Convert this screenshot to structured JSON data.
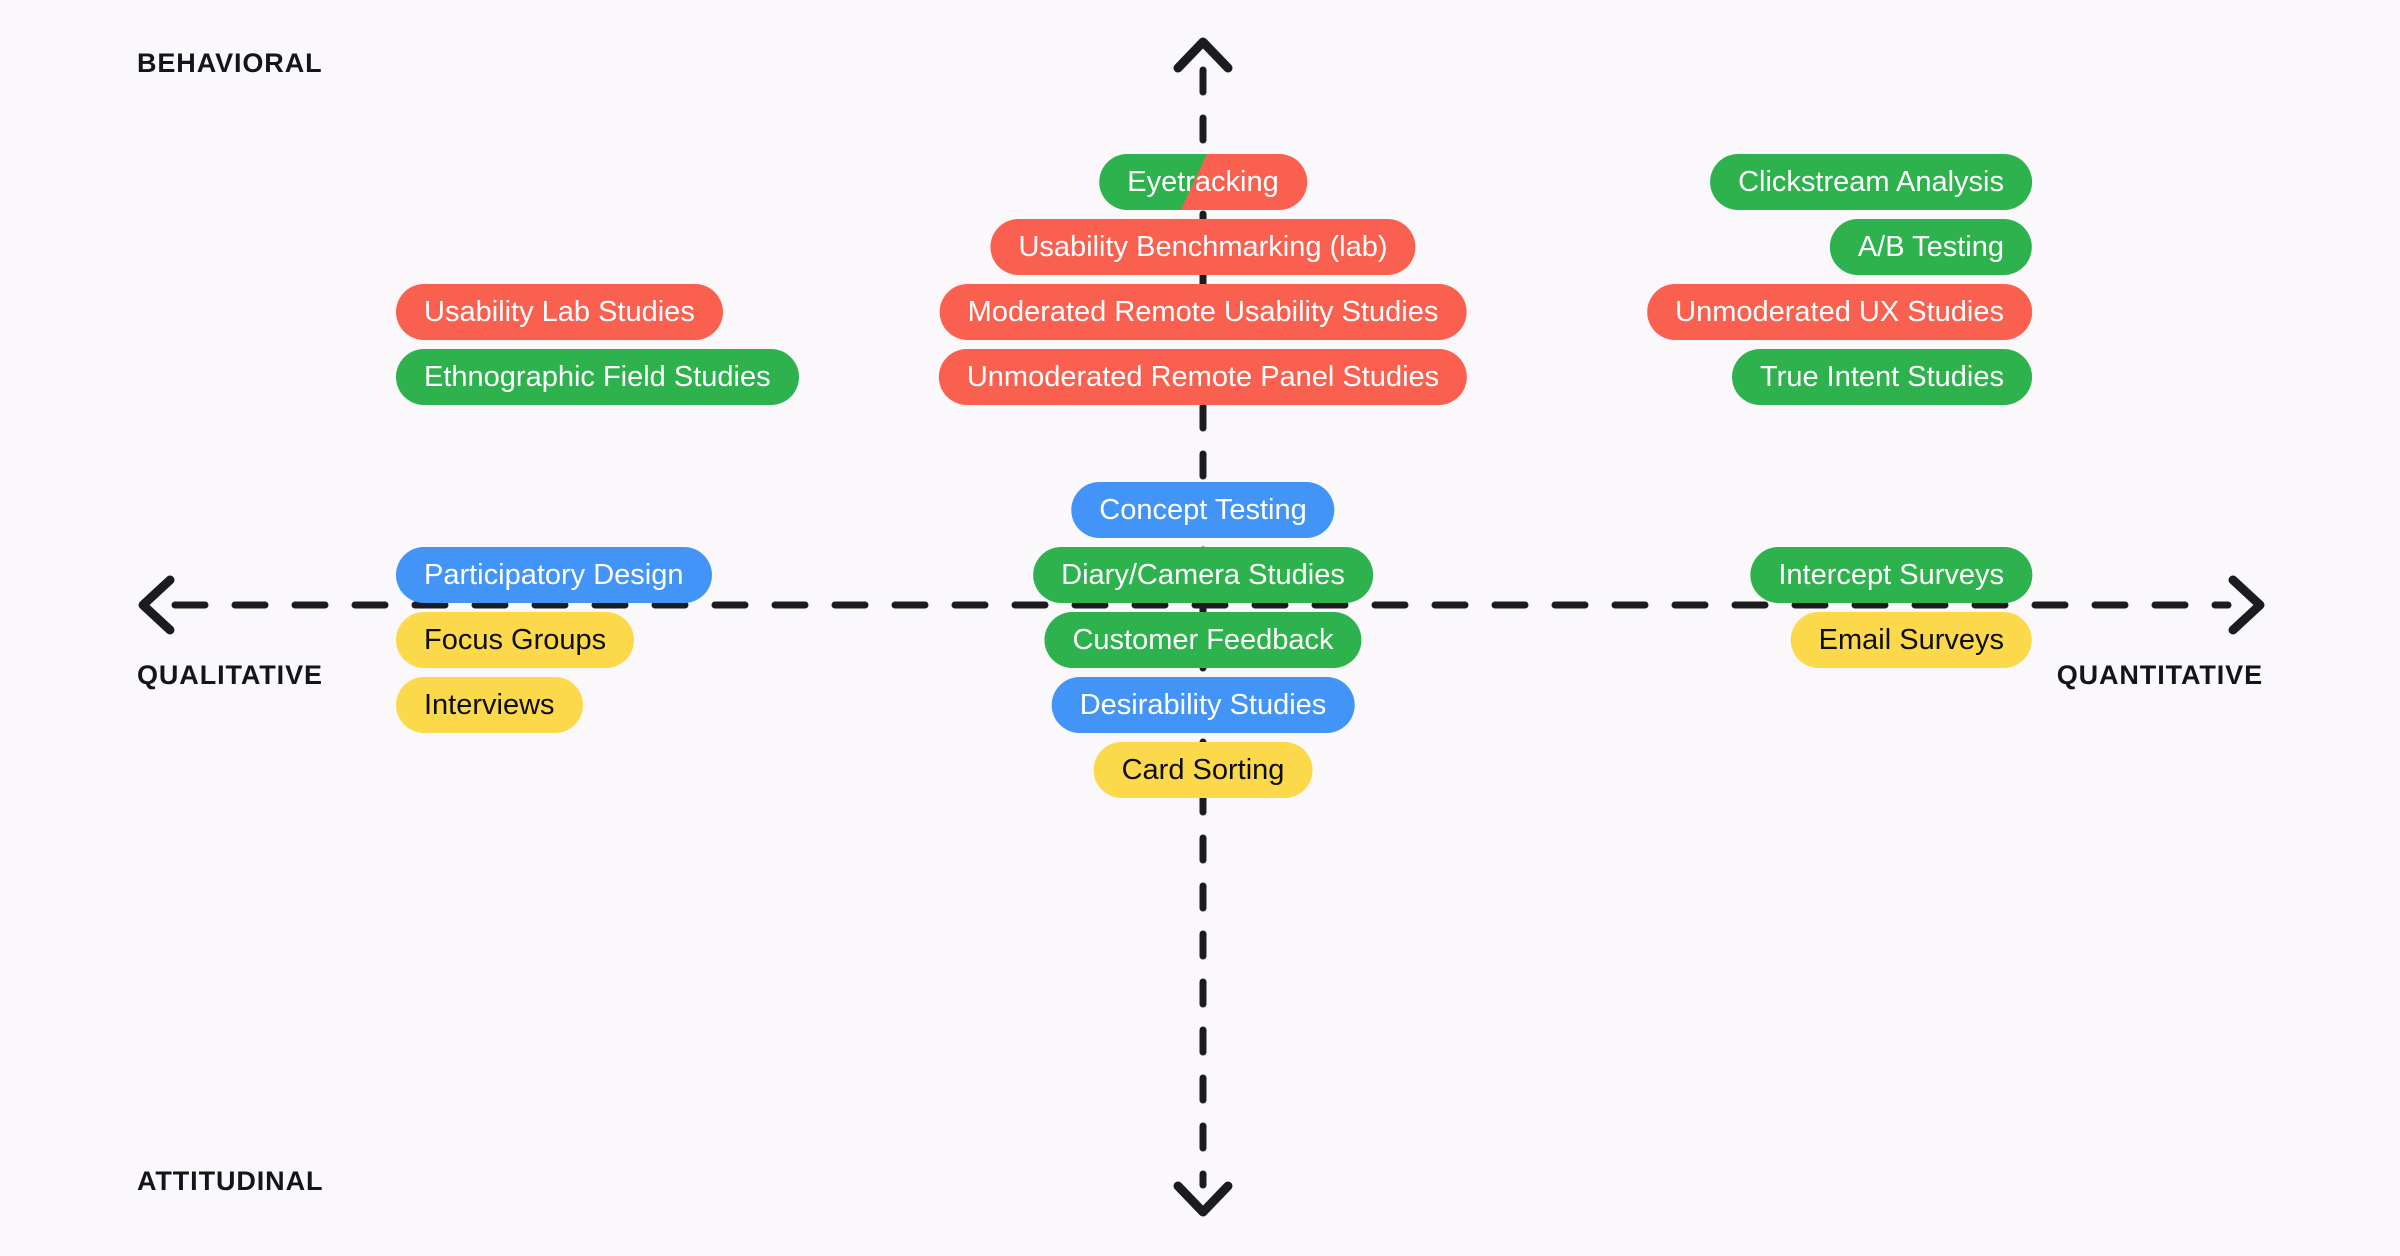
{
  "background_color": "#faf8fb",
  "axis": {
    "color": "#1c1b22",
    "style": "dashed",
    "vertical_top_label": "BEHAVIORAL",
    "vertical_bottom_label": "ATTITUDINAL",
    "horizontal_left_label": "QUALITATIVE",
    "horizontal_right_label": "QUANTITATIVE"
  },
  "legend_colors": {
    "green": "#2eb24d",
    "red": "#f9604f",
    "blue": "#4294f7",
    "yellow": "#fcd94b"
  },
  "rows": [
    {
      "left": [],
      "center": [
        {
          "label": "Eyetracking",
          "color": "split"
        }
      ],
      "right": [
        {
          "label": "Clickstream Analysis",
          "color": "green"
        }
      ]
    },
    {
      "left": [],
      "center": [
        {
          "label": "Usability Benchmarking (lab)",
          "color": "red"
        }
      ],
      "right": [
        {
          "label": "A/B Testing",
          "color": "green"
        }
      ]
    },
    {
      "left": [
        {
          "label": "Usability Lab Studies",
          "color": "red"
        }
      ],
      "center": [
        {
          "label": "Moderated Remote Usability Studies",
          "color": "red"
        }
      ],
      "right": [
        {
          "label": "Unmoderated UX Studies",
          "color": "red"
        }
      ]
    },
    {
      "left": [
        {
          "label": "Ethnographic Field Studies",
          "color": "green"
        }
      ],
      "center": [
        {
          "label": "Unmoderated Remote Panel Studies",
          "color": "red"
        }
      ],
      "right": [
        {
          "label": "True Intent Studies",
          "color": "green"
        }
      ]
    },
    {
      "left": [],
      "center": [
        {
          "label": "Concept Testing",
          "color": "blue"
        }
      ],
      "right": []
    },
    {
      "left": [
        {
          "label": "Participatory Design",
          "color": "blue"
        }
      ],
      "center": [
        {
          "label": "Diary/Camera Studies",
          "color": "green"
        }
      ],
      "right": [
        {
          "label": "Intercept Surveys",
          "color": "green"
        }
      ]
    },
    {
      "left": [
        {
          "label": "Focus Groups",
          "color": "yellow"
        }
      ],
      "center": [
        {
          "label": "Customer Feedback",
          "color": "green"
        }
      ],
      "right": [
        {
          "label": "Email Surveys",
          "color": "yellow"
        }
      ]
    },
    {
      "left": [
        {
          "label": "Interviews",
          "color": "yellow"
        }
      ],
      "center": [
        {
          "label": "Desirability Studies",
          "color": "blue"
        }
      ],
      "right": []
    },
    {
      "left": [],
      "center": [
        {
          "label": "Card Sorting",
          "color": "yellow"
        }
      ],
      "right": []
    }
  ]
}
